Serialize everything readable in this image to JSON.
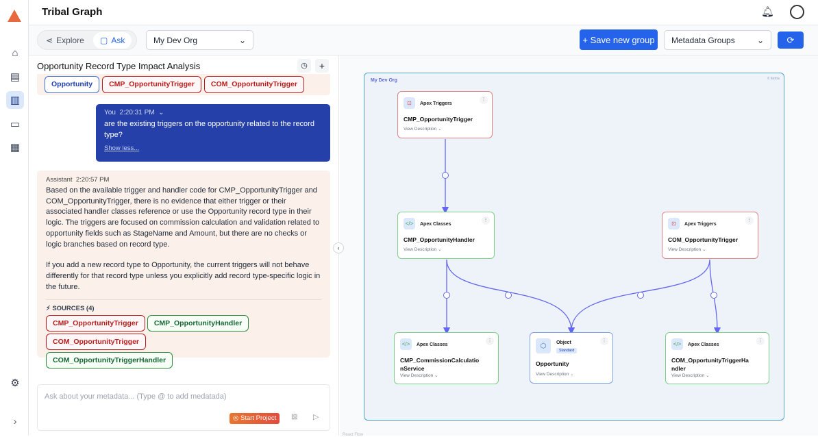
{
  "app": {
    "title": "Tribal Graph"
  },
  "toolbar": {
    "explore": "Explore",
    "ask": "Ask",
    "org": "My Dev Org",
    "save_group": "+ Save new group",
    "groups": "Metadata Groups"
  },
  "chat": {
    "title": "Opportunity Record Type Impact Analysis",
    "top_chips": [
      "Opportunity",
      "CMP_OpportunityTrigger",
      "COM_OpportunityTrigger"
    ],
    "user": {
      "name": "You",
      "time": "2:20:31 PM",
      "text": "are the existing triggers on the opportunity related to the record type?",
      "show_less": "Show less..."
    },
    "assistant": {
      "name": "Assistant",
      "time": "2:20:57 PM",
      "p1": "Based on the available trigger and handler code for CMP_OpportunityTrigger and COM_OpportunityTrigger, there is no evidence that either trigger or their associated handler classes reference or use the Opportunity record type in their logic. The triggers are focused on commission calculation and validation related to opportunity fields such as StageName and Amount, but there are no checks or logic branches based on record type.",
      "p2": "If you add a new record type to Opportunity, the current triggers will not behave differently for that record type unless you explicitly add record type-specific logic in the future.",
      "sources_label": "SOURCES (4)",
      "sources": [
        "CMP_OpportunityTrigger",
        "CMP_OpportunityHandler",
        "COM_OpportunityTrigger",
        "COM_OpportunityTriggerHandler"
      ]
    },
    "input_placeholder": "Ask about your metadata... (Type @ to add medatada)",
    "start_project": "Start Project"
  },
  "graph": {
    "group_label": "My Dev Org",
    "count": "6 items",
    "view_desc": "View Description ⌄",
    "footer": "React Flow",
    "nodes": [
      {
        "type": "Apex Triggers",
        "name": "CMP_OpportunityTrigger"
      },
      {
        "type": "Apex Classes",
        "name": "CMP_OpportunityHandler"
      },
      {
        "type": "Apex Triggers",
        "name": "COM_OpportunityTrigger"
      },
      {
        "type": "Apex Classes",
        "name": "CMP_CommissionCalculatio nService"
      },
      {
        "type": "Object",
        "badge": "Standard",
        "name": "Opportunity"
      },
      {
        "type": "Apex Classes",
        "name": "COM_OpportunityTriggerHa ndler"
      }
    ]
  },
  "colors": {
    "accent": "#2563eb",
    "user_bubble": "#2540a8",
    "edge": "#6366f1",
    "trigger": "#e08383",
    "class": "#7ccf86"
  }
}
